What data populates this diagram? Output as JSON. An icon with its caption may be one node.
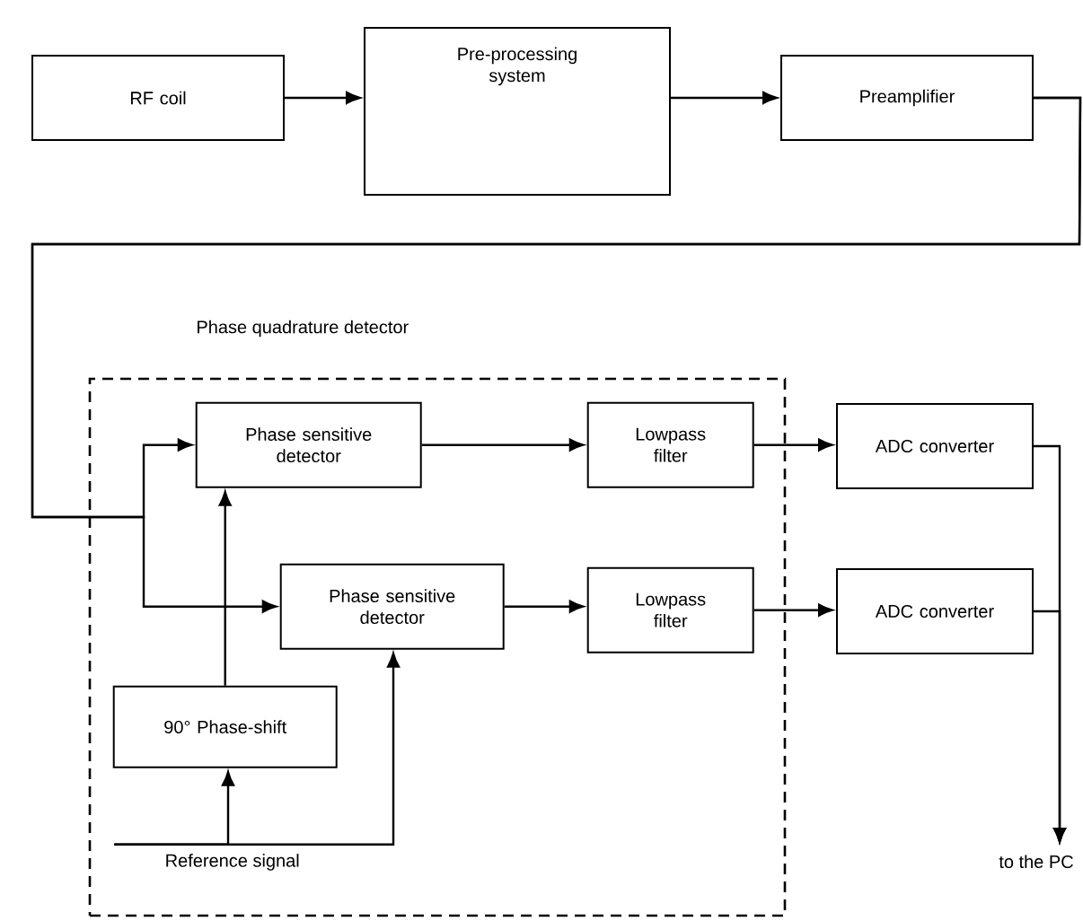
{
  "diagram": {
    "nodes": [
      {
        "text": [
          "RF coil"
        ]
      },
      {
        "text": [
          "Pre-processing system"
        ]
      },
      {
        "text": [
          "Preamplifier"
        ]
      },
      {
        "text": [
          "Phase quadrature detector"
        ]
      },
      {
        "text": [
          "Phase sensitive detector"
        ],
        "in": 3
      },
      {
        "text": [
          "Phase sensitive detector"
        ],
        "in": 3
      },
      {
        "text": [
          "Lowpass filter"
        ],
        "in": 3
      },
      {
        "text": [
          "Lowpass filter"
        ],
        "in": 3
      },
      {
        "text": [
          "90° Phase-shift"
        ],
        "in": 3
      },
      {
        "text": [
          "ADC converter"
        ]
      },
      {
        "text": [
          "ADC converter"
        ]
      },
      {
        "text": [
          "to the PC"
        ]
      },
      {
        "text": [
          "Reference signal"
        ],
        "in": 3
      }
    ],
    "edges": [
      {
        "from": 0,
        "to": 1,
        "arrow": "to"
      },
      {
        "from": 1,
        "to": 2,
        "arrow": "to"
      },
      {
        "from": 2,
        "to": 4,
        "arrow": "to"
      },
      {
        "from": 2,
        "to": 5,
        "arrow": "to"
      },
      {
        "from": 4,
        "to": 6,
        "arrow": "to"
      },
      {
        "from": 5,
        "to": 7,
        "arrow": "to"
      },
      {
        "from": 6,
        "to": 9,
        "arrow": "to"
      },
      {
        "from": 7,
        "to": 10,
        "arrow": "to"
      },
      {
        "from": 8,
        "to": 4,
        "arrow": "to"
      },
      {
        "from": 12,
        "to": 8,
        "arrow": "to"
      },
      {
        "from": 12,
        "to": 5,
        "arrow": "to"
      },
      {
        "from": 9,
        "to": 11,
        "arrow": "to"
      },
      {
        "from": 10,
        "to": 11,
        "arrow": "to"
      }
    ]
  }
}
